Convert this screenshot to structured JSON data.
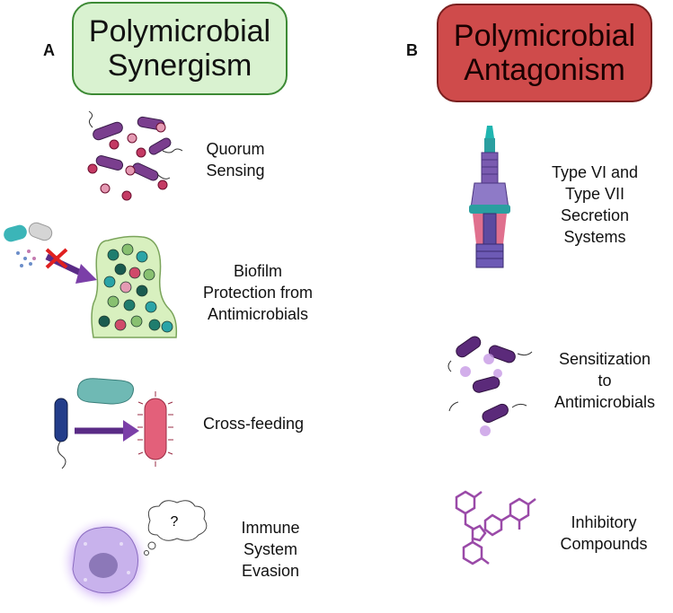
{
  "panel_a": {
    "letter": "A",
    "title_line1": "Polymicrobial",
    "title_line2": "Synergism",
    "colors": {
      "fill": "#d9f2d0",
      "border": "#3d8a35"
    },
    "items": [
      {
        "label_lines": [
          "Quorum",
          "Sensing"
        ],
        "icon": "bacteria-cluster-icon"
      },
      {
        "label_lines": [
          "Biofilm",
          "Protection from",
          "Antimicrobials"
        ],
        "icon": "biofilm-icon"
      },
      {
        "label_lines": [
          "Cross-feeding"
        ],
        "icon": "cross-feeding-icon"
      },
      {
        "label_lines": [
          "Immune",
          "System",
          "Evasion"
        ],
        "icon": "immune-cell-icon"
      }
    ],
    "thought_text": "?"
  },
  "panel_b": {
    "letter": "B",
    "title_line1": "Polymicrobial",
    "title_line2": "Antagonism",
    "colors": {
      "fill": "#cf4b4b",
      "border": "#7a1f1f"
    },
    "items": [
      {
        "label_lines": [
          "Type VI and",
          "Type VII",
          "Secretion",
          "Systems"
        ],
        "icon": "secretion-system-icon"
      },
      {
        "label_lines": [
          "Sensitization",
          "to",
          "Antimicrobials"
        ],
        "icon": "bacteria-toxin-icon"
      },
      {
        "label_lines": [
          "Inhibitory",
          "Compounds"
        ],
        "icon": "chemical-compound-icon"
      }
    ]
  }
}
